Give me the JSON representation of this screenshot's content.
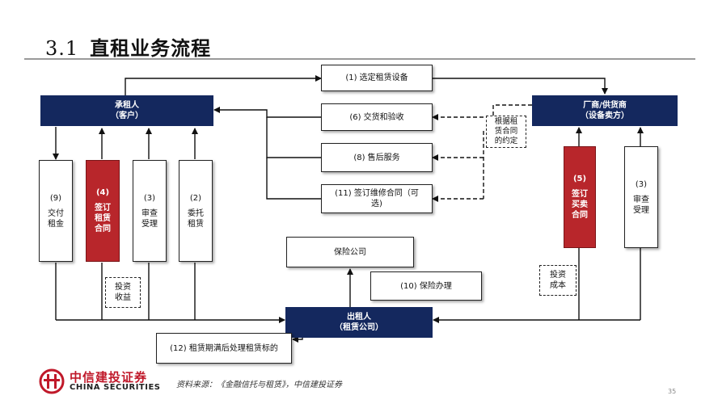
{
  "header": {
    "number": "3.1",
    "title": "直租业务流程"
  },
  "nodes": {
    "lessee_line1": "承租人",
    "lessee_line2": "（客户）",
    "vendor_line1": "厂商/供货商",
    "vendor_line2": "（设备卖方）",
    "lessor_line1": "出租人",
    "lessor_line2": "（租赁公司）",
    "insurer": "保险公司",
    "step1": "(1) 选定租赁设备",
    "step6": "(6) 交货和验收",
    "step8": "(8) 售后服务",
    "step11_line1": "(11) 签订维修合同（可",
    "step11_line2": "选)",
    "agreement_note": [
      "根据租",
      "赁合同",
      "的约定"
    ],
    "step9": [
      "(9)",
      "交付",
      "租金"
    ],
    "step4": [
      "(4)",
      "签订",
      "租赁",
      "合同"
    ],
    "step3_left": [
      "(3)",
      "审查",
      "受理"
    ],
    "step2": [
      "(2)",
      "委托",
      "租赁"
    ],
    "step5": [
      "(5)",
      "签订",
      "买卖",
      "合同"
    ],
    "step3_right": [
      "(3)",
      "审查",
      "受理"
    ],
    "investment_income": [
      "投资",
      "收益"
    ],
    "investment_cost": [
      "投资",
      "成本"
    ],
    "step10": "(10) 保险办理",
    "step12": "(12) 租赁期满后处理租赁标的"
  },
  "footer": {
    "logo_cn": "中信建投证券",
    "logo_en": "CHINA SECURITIES",
    "source": "资料来源：《金融信托与租赁》，中信建投证券",
    "page": "35"
  },
  "colors": {
    "navy": "#14285e",
    "red": "#b8262b",
    "brand_red": "#c0192a"
  }
}
